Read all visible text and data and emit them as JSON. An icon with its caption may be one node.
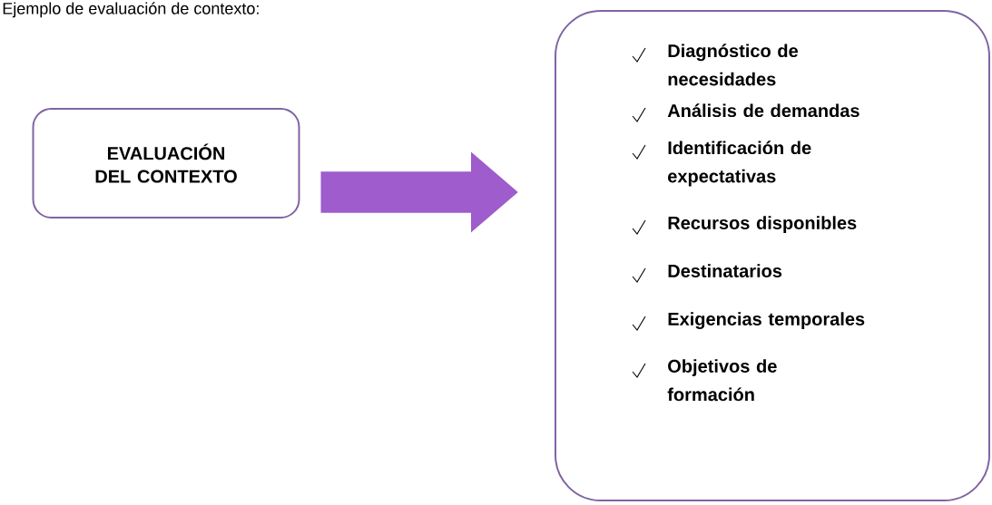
{
  "diagram": {
    "title": "Ejemplo de evaluación de contexto:",
    "nodes": [
      {
        "text": [
          "EVALUACIÓN DEL CONTEXTO"
        ]
      },
      {
        "text": [
          "Diagnóstico de necesidades",
          "Análisis de demandas",
          "Identificación de expectativas",
          "Recursos disponibles",
          "Destinatarios",
          "Exigencias temporales",
          "Objetivos de formación"
        ]
      }
    ],
    "edges": [
      {
        "from": 0,
        "to": 1,
        "arrow": "to"
      }
    ]
  }
}
